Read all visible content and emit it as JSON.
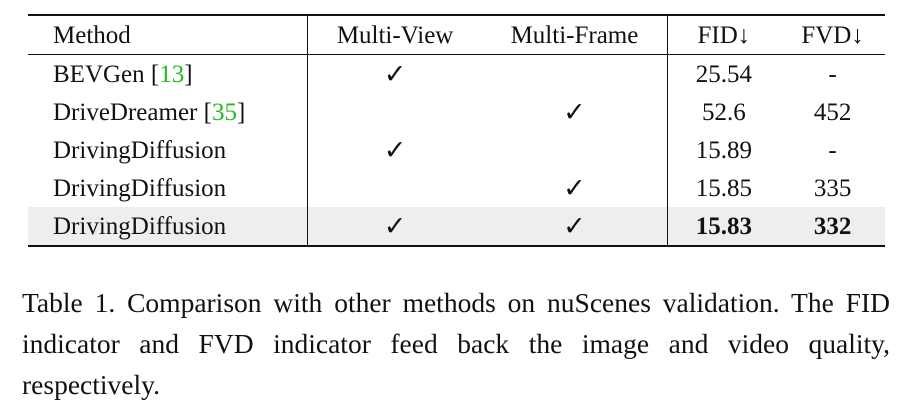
{
  "table": {
    "headers": {
      "method": "Method",
      "multi_view": "Multi-View",
      "multi_frame": "Multi-Frame",
      "fid": "FID↓",
      "fvd": "FVD↓"
    },
    "check_symbol": "✓",
    "rows": [
      {
        "method": "BEVGen",
        "cite": "13",
        "multi_view": "✓",
        "multi_frame": "",
        "fid": "25.54",
        "fvd": "-",
        "highlight": false
      },
      {
        "method": "DriveDreamer",
        "cite": "35",
        "multi_view": "",
        "multi_frame": "✓",
        "fid": "52.6",
        "fvd": "452",
        "highlight": false
      },
      {
        "method": "DrivingDiffusion",
        "cite": "",
        "multi_view": "✓",
        "multi_frame": "",
        "fid": "15.89",
        "fvd": "-",
        "highlight": false
      },
      {
        "method": "DrivingDiffusion",
        "cite": "",
        "multi_view": "",
        "multi_frame": "✓",
        "fid": "15.85",
        "fvd": "335",
        "highlight": false
      },
      {
        "method": "DrivingDiffusion",
        "cite": "",
        "multi_view": "✓",
        "multi_frame": "✓",
        "fid": "15.83",
        "fvd": "332",
        "highlight": true
      }
    ]
  },
  "caption": "Table 1. Comparison with other methods on nuScenes validation. The FID indicator and FVD indicator feed back the image and video quality, respectively.",
  "colors": {
    "citation": "#22bb22",
    "highlight_row": "#eeeeee"
  }
}
